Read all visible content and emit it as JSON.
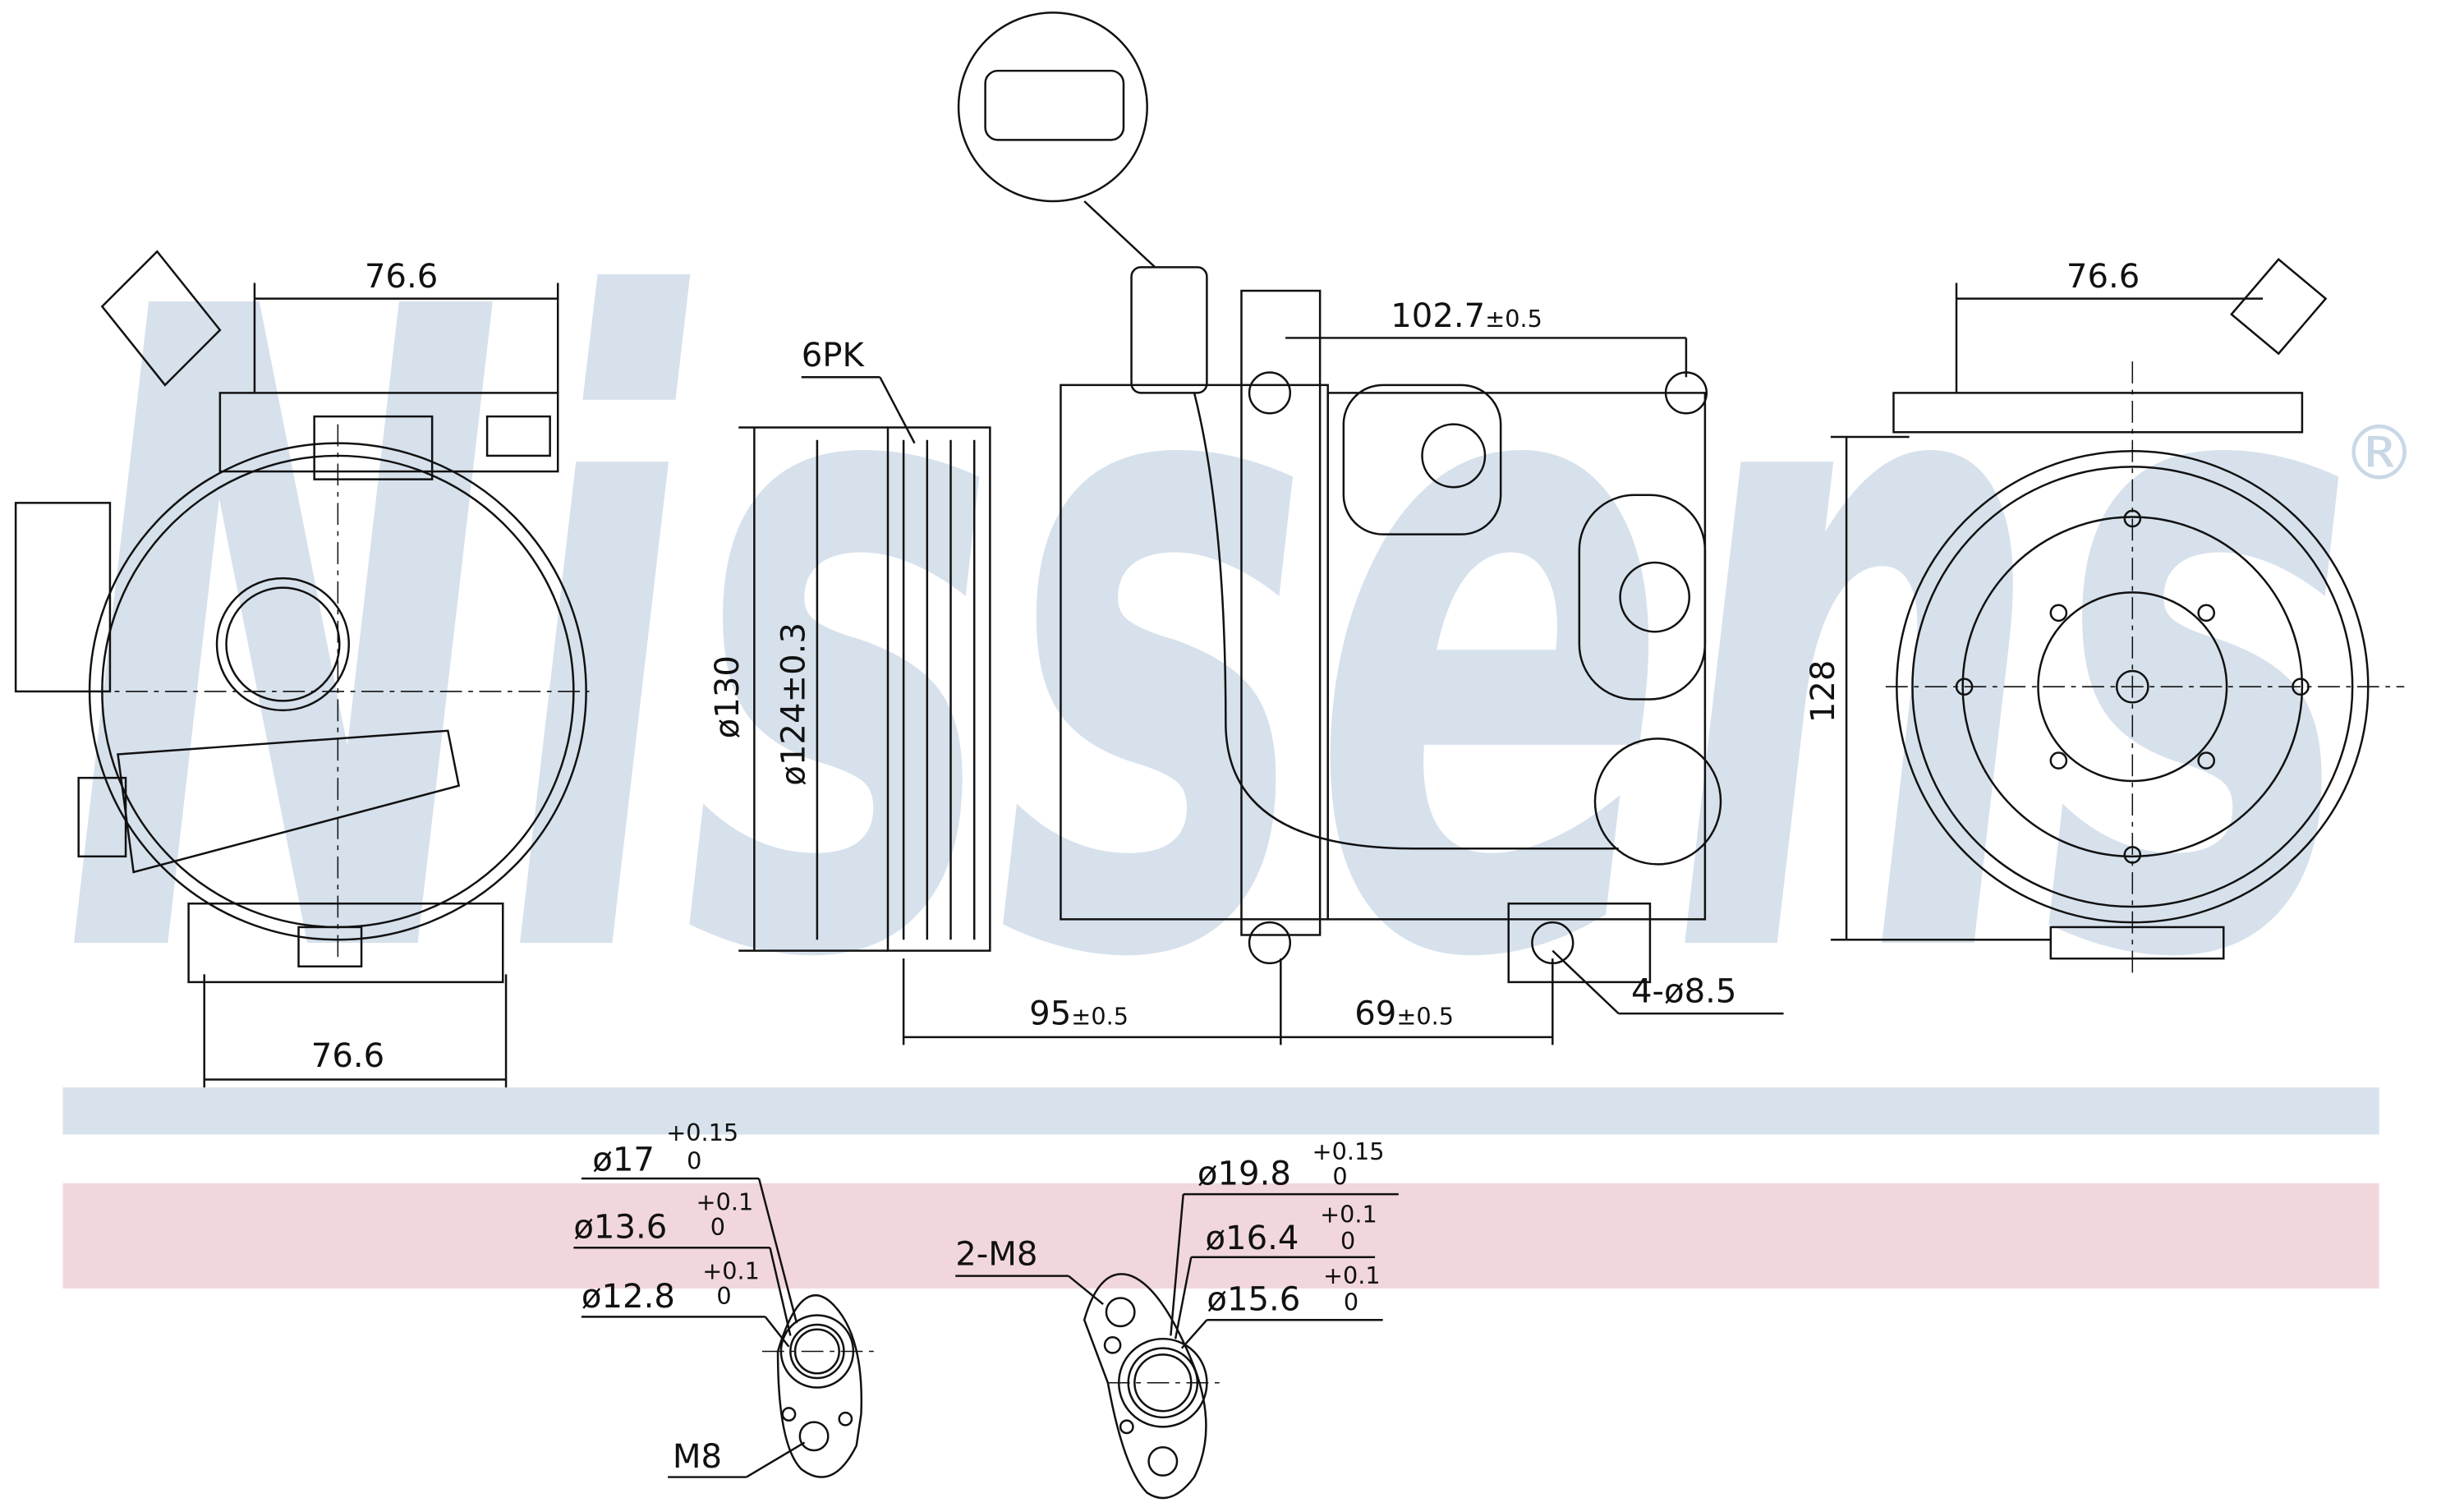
{
  "brand": {
    "name": "Nissens",
    "registered_mark": "®",
    "watermark_color": "#c9d8e6"
  },
  "bands": {
    "blue": "#d7e2ec",
    "pink": "#f1d7dc"
  },
  "left_view": {
    "top_width": "76.6",
    "bottom_width": "76.6"
  },
  "side_view": {
    "belt": "6PK",
    "pulley_outer": "ø130",
    "pulley_inner": "ø124±0.3",
    "top_length": "102.7",
    "top_length_tol": "±0.5",
    "bottom_left": "95",
    "bottom_left_tol": "±0.5",
    "bottom_right": "69",
    "bottom_right_tol": "±0.5",
    "mount_holes": "4-ø8.5"
  },
  "right_view": {
    "top_width": "76.6",
    "height": "128"
  },
  "port_left": {
    "d1": "ø17",
    "d1_up": "+0.15",
    "d1_lo": "0",
    "d2": "ø13.6",
    "d2_up": "+0.1",
    "d2_lo": "0",
    "d3": "ø12.8",
    "d3_up": "+0.1",
    "d3_lo": "0",
    "thread": "M8"
  },
  "port_right": {
    "d1": "ø19.8",
    "d1_up": "+0.15",
    "d1_lo": "0",
    "d2": "ø16.4",
    "d2_up": "+0.1",
    "d2_lo": "0",
    "d3": "ø15.6",
    "d3_up": "+0.1",
    "d3_lo": "0",
    "thread": "2-M8"
  }
}
